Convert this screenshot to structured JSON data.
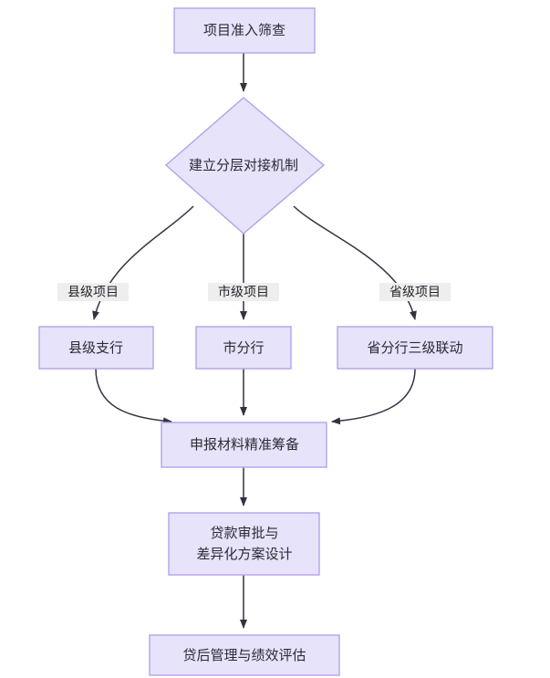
{
  "diagram": {
    "type": "flowchart",
    "direction": "top-to-bottom",
    "theme": {
      "node_fill": "#e6e3fa",
      "node_stroke": "#b5a2e8",
      "edge_stroke": "#333340",
      "edge_label_bg": "#eeeeee",
      "text_color": "#2b2b36",
      "background": "#ffffff"
    },
    "nodes": {
      "start": {
        "label": "项目准入筛查",
        "shape": "rect"
      },
      "decision": {
        "label": "建立分层对接机制",
        "shape": "diamond"
      },
      "county_branch": {
        "label": "县级支行",
        "shape": "rect"
      },
      "city_branch": {
        "label": "市分行",
        "shape": "rect"
      },
      "province_branch": {
        "label": "省分行三级联动",
        "shape": "rect"
      },
      "materials": {
        "label": "申报材料精准筹备",
        "shape": "rect"
      },
      "approval": {
        "label_line1": "贷款审批与",
        "label_line2": "差异化方案设计",
        "shape": "rect"
      },
      "postloan": {
        "label": "贷后管理与绩效评估",
        "shape": "rect"
      }
    },
    "edge_labels": {
      "to_county": "县级项目",
      "to_city": "市级项目",
      "to_province": "省级项目"
    }
  }
}
